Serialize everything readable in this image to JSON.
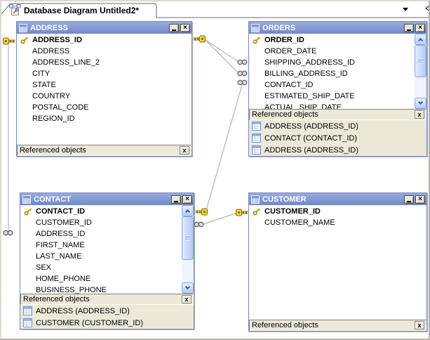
{
  "tab": {
    "title": "Database Diagram Untitled2*"
  },
  "glyphs": {
    "close": "×",
    "ref_close": "x"
  },
  "colors": {
    "titlebar_blue": "#8099D5",
    "window_border_blue": "#7288C8",
    "panel_beige": "#ECE9D8",
    "scrollbar_blue": "#B6CCF7",
    "key_gold": "#F4D63F",
    "relation_line_grey": "#A3A3A3"
  },
  "windows": {
    "address": {
      "title": "ADDRESS",
      "fields": [
        "ADDRESS_ID",
        "ADDRESS",
        "ADDRESS_LINE_2",
        "CITY",
        "STATE",
        "COUNTRY",
        "POSTAL_CODE",
        "REGION_ID"
      ],
      "ref_label": "Referenced objects",
      "ref_items": []
    },
    "orders": {
      "title": "ORDERS",
      "fields": [
        "ORDER_ID",
        "ORDER_DATE",
        "SHIPPING_ADDRESS_ID",
        "BILLING_ADDRESS_ID",
        "CONTACT_ID",
        "ESTIMATED_SHIP_DATE",
        "ACTUAL_SHIP_DATE"
      ],
      "ref_label": "Referenced objects",
      "ref_items": [
        "ADDRESS (ADDRESS_ID)",
        "CONTACT (CONTACT_ID)",
        "ADDRESS (ADDRESS_ID)"
      ]
    },
    "contact": {
      "title": "CONTACT",
      "fields": [
        "CONTACT_ID",
        "CUSTOMER_ID",
        "ADDRESS_ID",
        "FIRST_NAME",
        "LAST_NAME",
        "SEX",
        "HOME_PHONE",
        "BUSINESS_PHONE"
      ],
      "ref_label": "Referenced objects",
      "ref_items": [
        "ADDRESS (ADDRESS_ID)",
        "CUSTOMER (CUSTOMER_ID)"
      ]
    },
    "customer": {
      "title": "CUSTOMER",
      "fields": [
        "CUSTOMER_ID",
        "CUSTOMER_NAME"
      ],
      "ref_label": "Referenced objects",
      "ref_items": []
    }
  },
  "relationships": [
    {
      "from": "ADDRESS.ADDRESS_ID",
      "to": "ORDERS.SHIPPING_ADDRESS_ID"
    },
    {
      "from": "ADDRESS.ADDRESS_ID",
      "to": "ORDERS.BILLING_ADDRESS_ID"
    },
    {
      "from": "CONTACT.CONTACT_ID",
      "to": "ORDERS.CONTACT_ID"
    },
    {
      "from": "CUSTOMER.CUSTOMER_ID",
      "to": "CONTACT.CUSTOMER_ID"
    },
    {
      "from": "ADDRESS.ADDRESS_ID",
      "to": "CONTACT.ADDRESS_ID"
    }
  ]
}
